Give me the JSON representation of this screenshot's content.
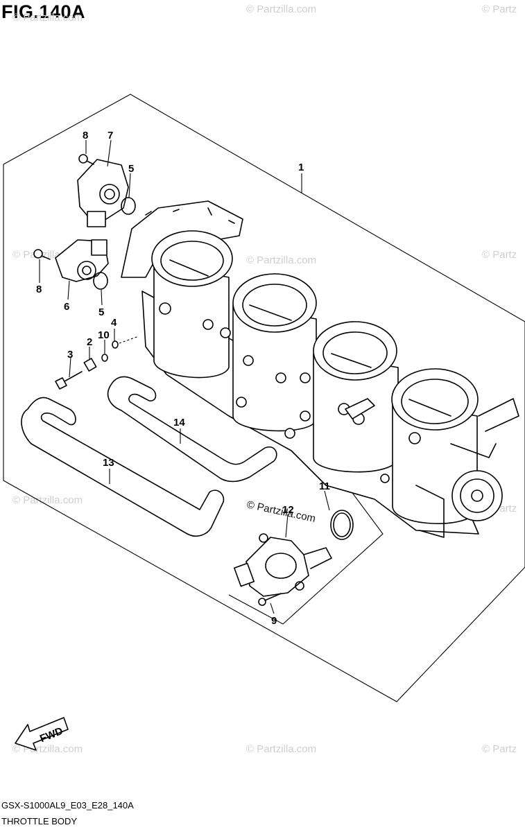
{
  "figure": {
    "title": "FIG.140A",
    "model_code": "GSX-S1000AL9_E03_E28_140A",
    "section_name": "THROTTLE BODY",
    "fwd_label": "FWD"
  },
  "watermark": {
    "text": "© Partzilla.com",
    "text_top_right": "© Partz"
  },
  "callouts": [
    "1",
    "2",
    "3",
    "4",
    "5",
    "5",
    "6",
    "7",
    "8",
    "8",
    "9",
    "10",
    "11",
    "12",
    "13",
    "14"
  ]
}
